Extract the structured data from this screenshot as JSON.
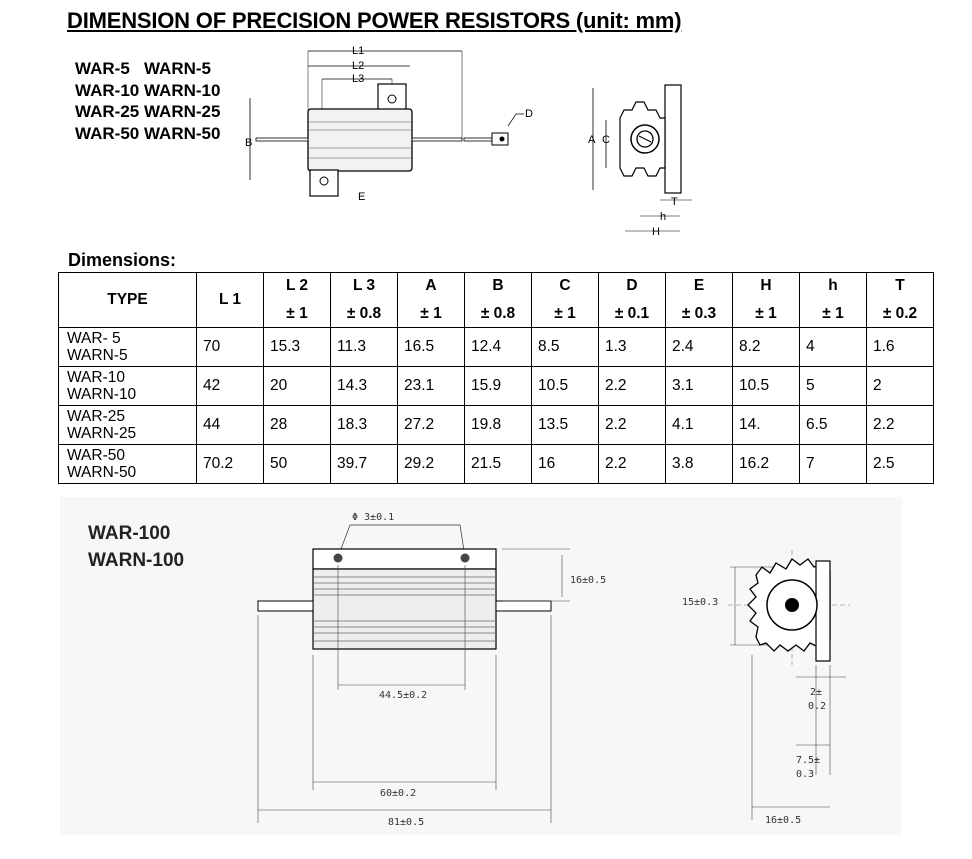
{
  "title": "DIMENSION OF PRECISION POWER RESISTORS (unit: mm)",
  "models": [
    "WAR-5   WARN-5",
    "WAR-10 WARN-10",
    "WAR-25 WARN-25",
    "WAR-50 WARN-50"
  ],
  "top_drawing_labels": {
    "L1": "L1",
    "L2": "L2",
    "L3": "L3",
    "B": "B",
    "D": "D",
    "E": "E",
    "A": "A",
    "C": "C",
    "T": "T",
    "h": "h",
    "H": "H"
  },
  "dimensions_heading": "Dimensions:",
  "table": {
    "headers": [
      {
        "name": "TYPE",
        "tol": ""
      },
      {
        "name": "L 1",
        "tol": ""
      },
      {
        "name": "L 2",
        "tol": "± 1"
      },
      {
        "name": "L 3",
        "tol": "± 0.8"
      },
      {
        "name": "A",
        "tol": "± 1"
      },
      {
        "name": "B",
        "tol": "± 0.8"
      },
      {
        "name": "C",
        "tol": "± 1"
      },
      {
        "name": "D",
        "tol": "± 0.1"
      },
      {
        "name": "E",
        "tol": "± 0.3"
      },
      {
        "name": "H",
        "tol": "± 1"
      },
      {
        "name": "h",
        "tol": "± 1"
      },
      {
        "name": "T",
        "tol": "± 0.2"
      }
    ],
    "rows": [
      {
        "type1": "WAR- 5",
        "type2": "WARN-5",
        "values": [
          "70",
          "15.3",
          "11.3",
          "16.5",
          "12.4",
          "8.5",
          "1.3",
          "2.4",
          "8.2",
          "4",
          "1.6"
        ]
      },
      {
        "type1": "WAR-10",
        "type2": "WARN-10",
        "values": [
          "42",
          "20",
          "14.3",
          "23.1",
          "15.9",
          "10.5",
          "2.2",
          "3.1",
          "10.5",
          "5",
          "2"
        ]
      },
      {
        "type1": "WAR-25",
        "type2": "WARN-25",
        "values": [
          "44",
          "28",
          "18.3",
          "27.2",
          "19.8",
          "13.5",
          "2.2",
          "4.1",
          "14.",
          "6.5",
          "2.2"
        ]
      },
      {
        "type1": "WAR-50",
        "type2": "WARN-50",
        "values": [
          "70.2",
          "50",
          "39.7",
          "29.2",
          "21.5",
          "16",
          "2.2",
          "3.8",
          "16.2",
          "7",
          "2.5"
        ]
      }
    ]
  },
  "war100": {
    "model1": "WAR-100",
    "model2": "WARN-100",
    "hole": "Φ 3±0.1",
    "height16": "16±0.5",
    "pitch": "44.5±0.2",
    "body": "60±0.2",
    "overall": "81±0.5",
    "side15": "15±0.3",
    "t_a": "2±",
    "t_b": "0.2",
    "h_a": "7.5±",
    "h_b": "0.3",
    "depth": "16±0.5"
  }
}
